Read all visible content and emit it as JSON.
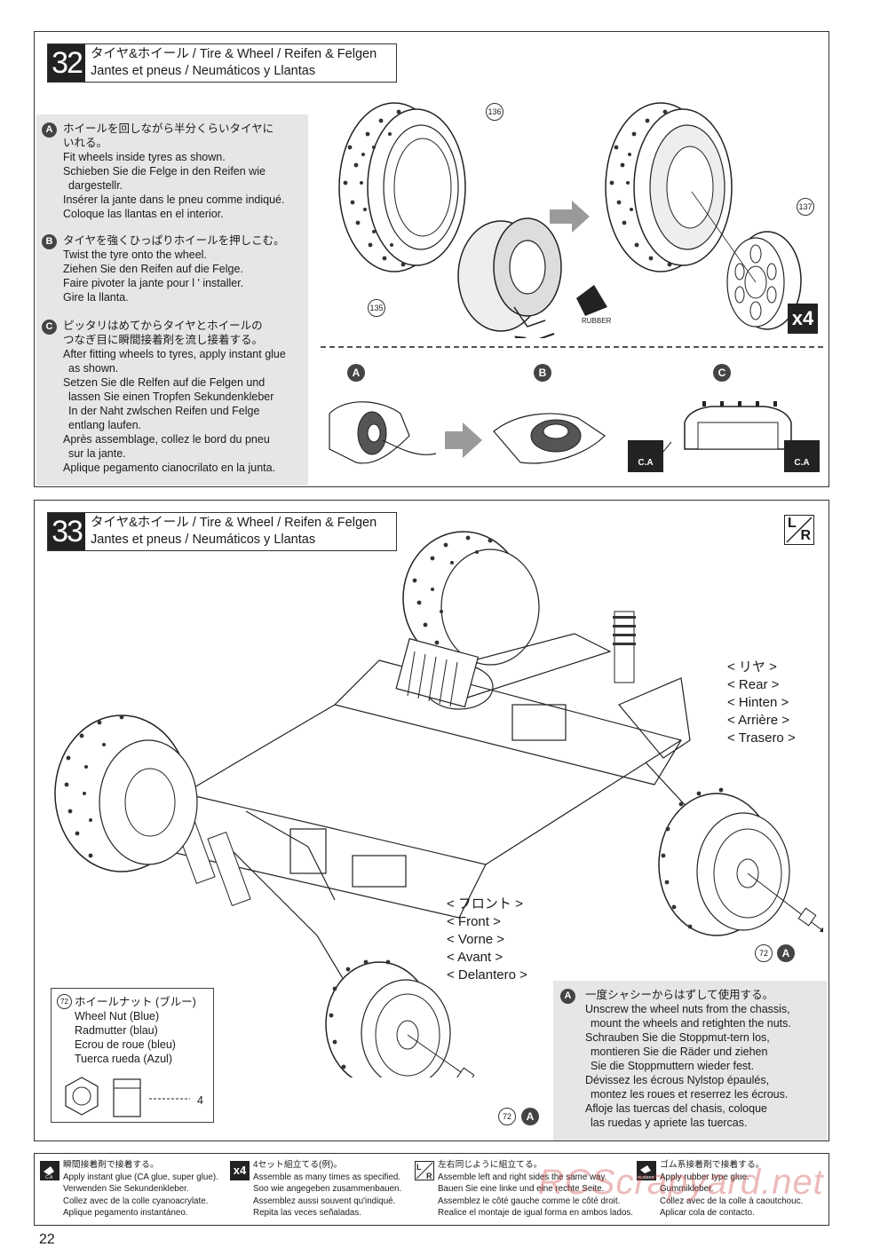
{
  "step32": {
    "number": "32",
    "title_line1": "タイヤ&ホイール / Tire & Wheel / Reifen & Felgen",
    "title_line2": "Jantes et pneus / Neumáticos y Llantas",
    "instructions": [
      {
        "badge": "A",
        "lines": [
          "ホイールを回しながら半分くらいタイヤに",
          "いれる。",
          "Fit wheels inside tyres as shown.",
          "Schieben Sie die Felge in den Reifen wie",
          " dargestellr.",
          "Insérer la jante dans le pneu comme indiqué.",
          "Coloque las llantas en el interior."
        ]
      },
      {
        "badge": "B",
        "lines": [
          "タイヤを強くひっぱりホイールを押しこむ。",
          "Twist the tyre onto the wheel.",
          "Ziehen Sie den Reifen auf die Felge.",
          "Faire pivoter la jante pour l ' installer.",
          "Gire la llanta."
        ]
      },
      {
        "badge": "C",
        "lines": [
          "ピッタリはめてからタイヤとホイールの",
          "つなぎ目に瞬間接着剤を流し接着する。",
          "After fitting wheels to tyres, apply instant glue",
          " as shown.",
          "Setzen Sie dle Relfen auf die Felgen und",
          " lassen Sie einen Tropfen Sekundenkleber",
          " In der Naht zwlschen Reifen und Felge",
          " entlang laufen.",
          "Après assemblage, collez le bord du pneu",
          " sur la jante.",
          "Aplique pegamento cianocrilato en la junta."
        ]
      }
    ],
    "callouts": {
      "tire": "136",
      "insert": "135",
      "wheel": "137"
    },
    "rubber_label": "RUBBER",
    "multiplier": "x4",
    "sub_badges": [
      "A",
      "B",
      "C"
    ],
    "ca_label": "C.A"
  },
  "step33": {
    "number": "33",
    "title_line1": "タイヤ&ホイール / Tire & Wheel / Reifen & Felgen",
    "title_line2": "Jantes et pneus / Neumáticos y Llantas",
    "lr_top": "L",
    "lr_bottom": "R",
    "rear_labels": [
      "< リヤ >",
      "< Rear >",
      "< Hinten >",
      "< Arrière >",
      "< Trasero >"
    ],
    "front_labels": [
      "< フロント >",
      "< Front >",
      "< Vorne >",
      "< Avant >",
      "< Delantero >"
    ],
    "callout_nut": "72",
    "callout_badge": "A",
    "nut_box": {
      "callout": "72",
      "lines": [
        "ホイールナット (ブルー)",
        "Wheel Nut (Blue)",
        "Radmutter (blau)",
        "Ecrou de roue (bleu)",
        "Tuerca rueda (Azul)"
      ],
      "qty": "4"
    },
    "note": {
      "badge": "A",
      "lines": [
        "一度シャシーからはずして使用する。",
        "Unscrew the wheel nuts from the chassis,",
        " mount the wheels and retighten the nuts.",
        "Schrauben Sie die Stoppmut-tern los,",
        " montieren Sie die Räder und ziehen",
        " Sie die Stoppmuttern wieder fest.",
        "Dévissez les écrous Nylstop épaulés,",
        " montez les roues et reserrez les écrous.",
        "Afloje las tuercas del chasis, coloque",
        " las ruedas y apriete las tuercas."
      ]
    }
  },
  "legend": [
    {
      "icon": "ca-glue-icon",
      "lines": [
        "瞬間接着剤で接着する。",
        "Apply instant glue (CA glue, super glue).",
        "Verwenden Sie Sekundenkleber.",
        "Collez avec de la colle cyanoacrylate.",
        "Aplique pegamento instantáneo."
      ]
    },
    {
      "icon": "x4-icon",
      "icon_text": "x4",
      "lines": [
        "4セット組立てる(例)。",
        "Assemble as many times as specified.",
        "Soo wie angegeben zusammenbauen.",
        "Assemblez aussi souvent qu'indiqué.",
        "Repita las veces señaladas."
      ]
    },
    {
      "icon": "lr-icon",
      "lines": [
        "左右同じように組立てる。",
        "Assemble left and right sides the same way.",
        "Bauen Sie eine linke und eine rechte Seite.",
        "Assemblez le côté gauche comme le côté droit.",
        "Realice el montaje de igual forma en ambos lados."
      ]
    },
    {
      "icon": "rubber-glue-icon",
      "lines": [
        "ゴム系接着剤で接着する。",
        "Apply rubber type glue.",
        "Gummikleber.",
        "Collez avec de la colle à caoutchouc.",
        "Aplicar cola de contacto."
      ]
    }
  ],
  "page_number": "22",
  "watermark": "RCScrapyard.net"
}
